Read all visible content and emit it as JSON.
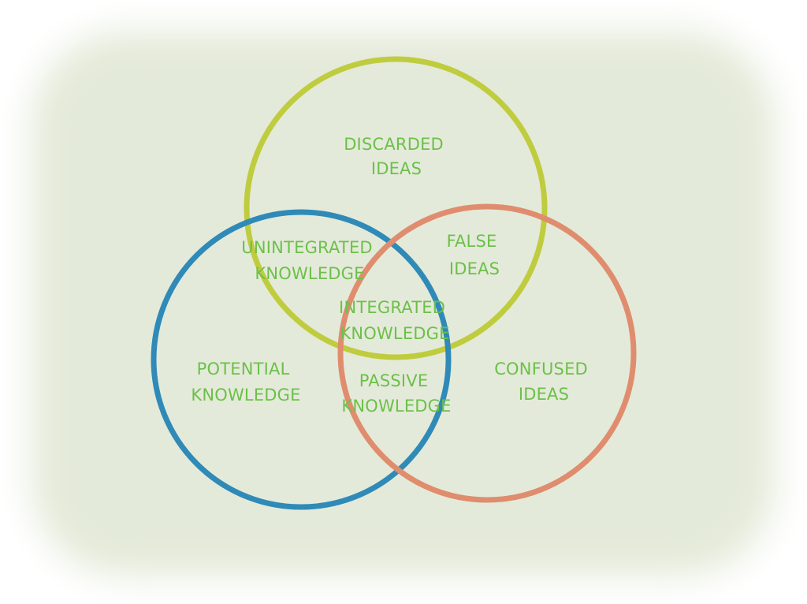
{
  "colors": {
    "background": "#e4ead9",
    "top_circle": "#bfcc3e",
    "left_circle": "#2f8ab8",
    "right_circle": "#df8d6e",
    "label_text": "#6cc04a"
  },
  "circles": [
    {
      "id": "top",
      "color_key": "top_circle"
    },
    {
      "id": "left",
      "color_key": "left_circle"
    },
    {
      "id": "right",
      "color_key": "right_circle"
    }
  ],
  "regions": {
    "discarded": {
      "line1": "DISCARDED",
      "line2": "IDEAS"
    },
    "unintegrated": {
      "line1": "UNINTEGRATED",
      "line2": "KNOWLEDGE"
    },
    "false": {
      "line1": "FALSE",
      "line2": "IDEAS"
    },
    "integrated": {
      "line1": "INTEGRATED",
      "line2": "KNOWLEDGE"
    },
    "potential": {
      "line1": "POTENTIAL",
      "line2": "KNOWLEDGE"
    },
    "passive": {
      "line1": "PASSIVE",
      "line2": "KNOWLEDGE"
    },
    "confused": {
      "line1": "CONFUSED",
      "line2": "IDEAS"
    }
  }
}
